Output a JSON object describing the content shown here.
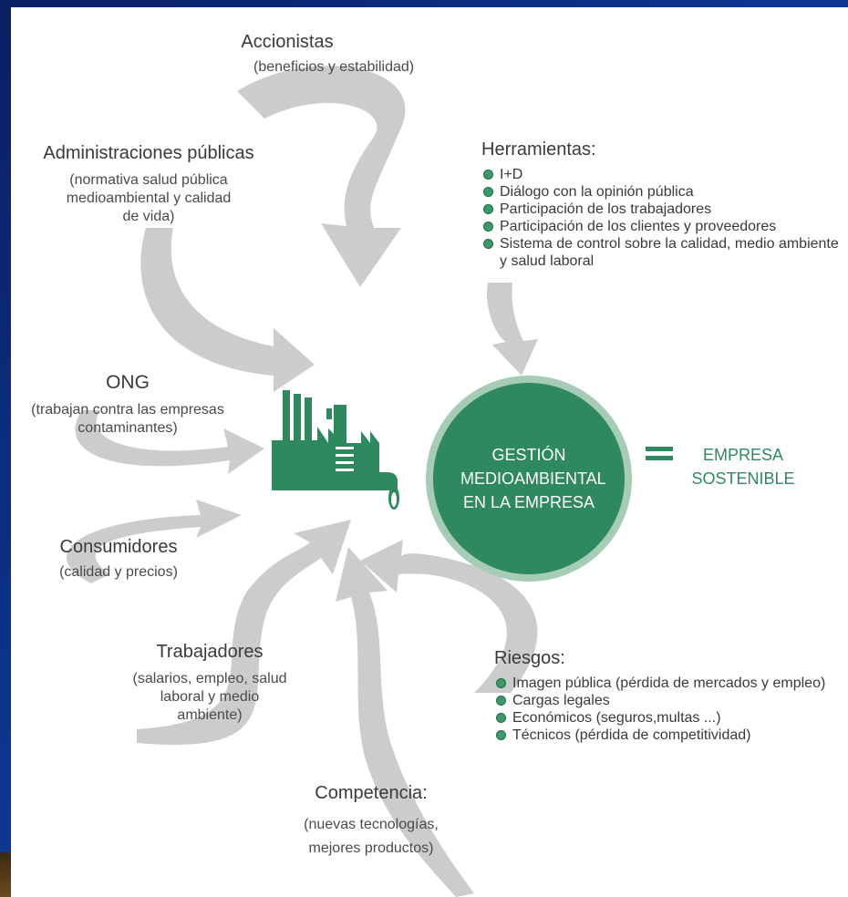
{
  "stakeholders": {
    "accionistas": {
      "title": "Accionistas",
      "desc": "(beneficios y estabilidad)"
    },
    "administraciones": {
      "title": "Administraciones públicas",
      "desc": "(normativa salud pública medioambiental y calidad de vida)"
    },
    "ong": {
      "title": "ONG",
      "desc": "(trabajan contra las empresas contaminantes)"
    },
    "consumidores": {
      "title": "Consumidores",
      "desc": "(calidad y precios)"
    },
    "trabajadores": {
      "title": "Trabajadores",
      "desc": "(salarios, empleo, salud laboral y medio ambiente)"
    },
    "competencia": {
      "title": "Competencia:",
      "desc": "(nuevas tecnologías, mejores productos)"
    }
  },
  "herramientas": {
    "title": "Herramientas:",
    "items": [
      "I+D",
      "Diálogo con la opinión pública",
      "Participación de los trabajadores",
      "Participación de los clientes y proveedores",
      "Sistema de control sobre la calidad, medio ambiente y salud laboral"
    ]
  },
  "riesgos": {
    "title": "Riesgos:",
    "items": [
      "Imagen pública (pérdida de mercados y empleo)",
      "Cargas legales",
      "Económicos (seguros,multas ...)",
      "Técnicos (pérdida de competitividad)"
    ]
  },
  "center": {
    "circle_text": "GESTIÓN MEDIOAMBIENTAL EN LA EMPRESA",
    "result_text": "EMPRESA SOSTENIBLE"
  },
  "icons": {
    "factory": "factory-icon"
  },
  "colors": {
    "green": "#2e8a5e",
    "ring": "#a6cbb6",
    "arrow": "#cccccc",
    "background": "#0b1f63"
  }
}
